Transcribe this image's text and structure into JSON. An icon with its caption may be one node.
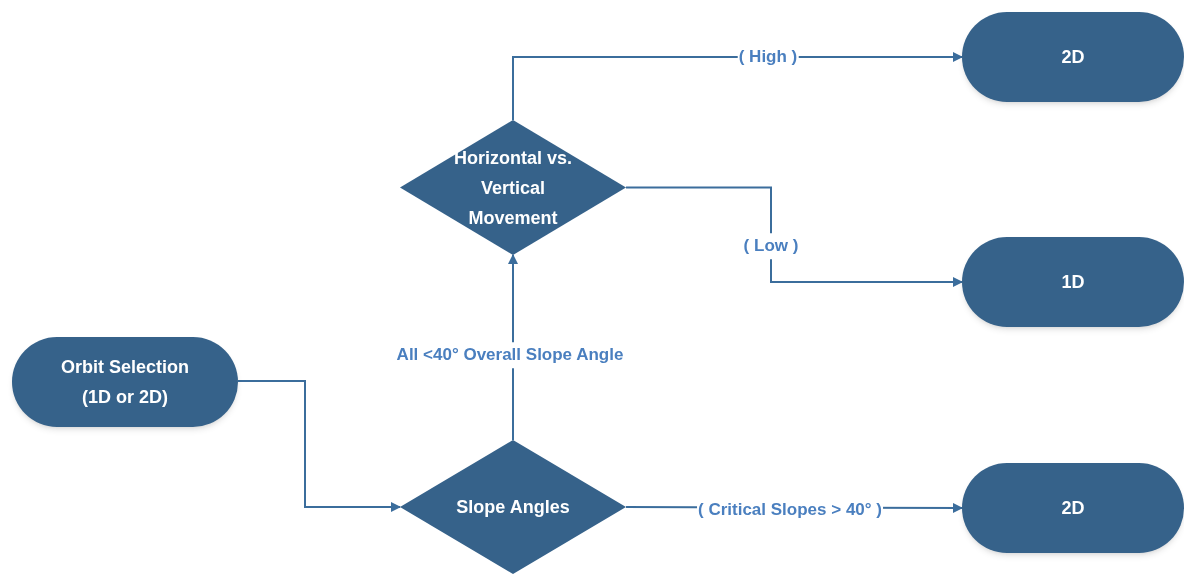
{
  "diagram": {
    "nodes": [
      {
        "text": [
          "Orbit Selection (1D or 2D)"
        ]
      },
      {
        "text": [
          "Slope Angles"
        ]
      },
      {
        "text": [
          "Horizontal vs. Vertical Movement"
        ]
      },
      {
        "text": [
          "2D"
        ]
      },
      {
        "text": [
          "1D"
        ]
      },
      {
        "text": [
          "2D"
        ]
      }
    ],
    "edges": [
      {
        "from": 0,
        "to": 1,
        "arrow": "to"
      },
      {
        "from": 1,
        "to": 2,
        "arrow": "to",
        "label": "All <40° Overall Slope Angle"
      },
      {
        "from": 2,
        "to": 3,
        "arrow": "to",
        "label": "( High )"
      },
      {
        "from": 2,
        "to": 4,
        "arrow": "to",
        "label": "( Low )"
      },
      {
        "from": 1,
        "to": 5,
        "arrow": "to",
        "label": "( Critical Slopes > 40° )"
      }
    ]
  }
}
